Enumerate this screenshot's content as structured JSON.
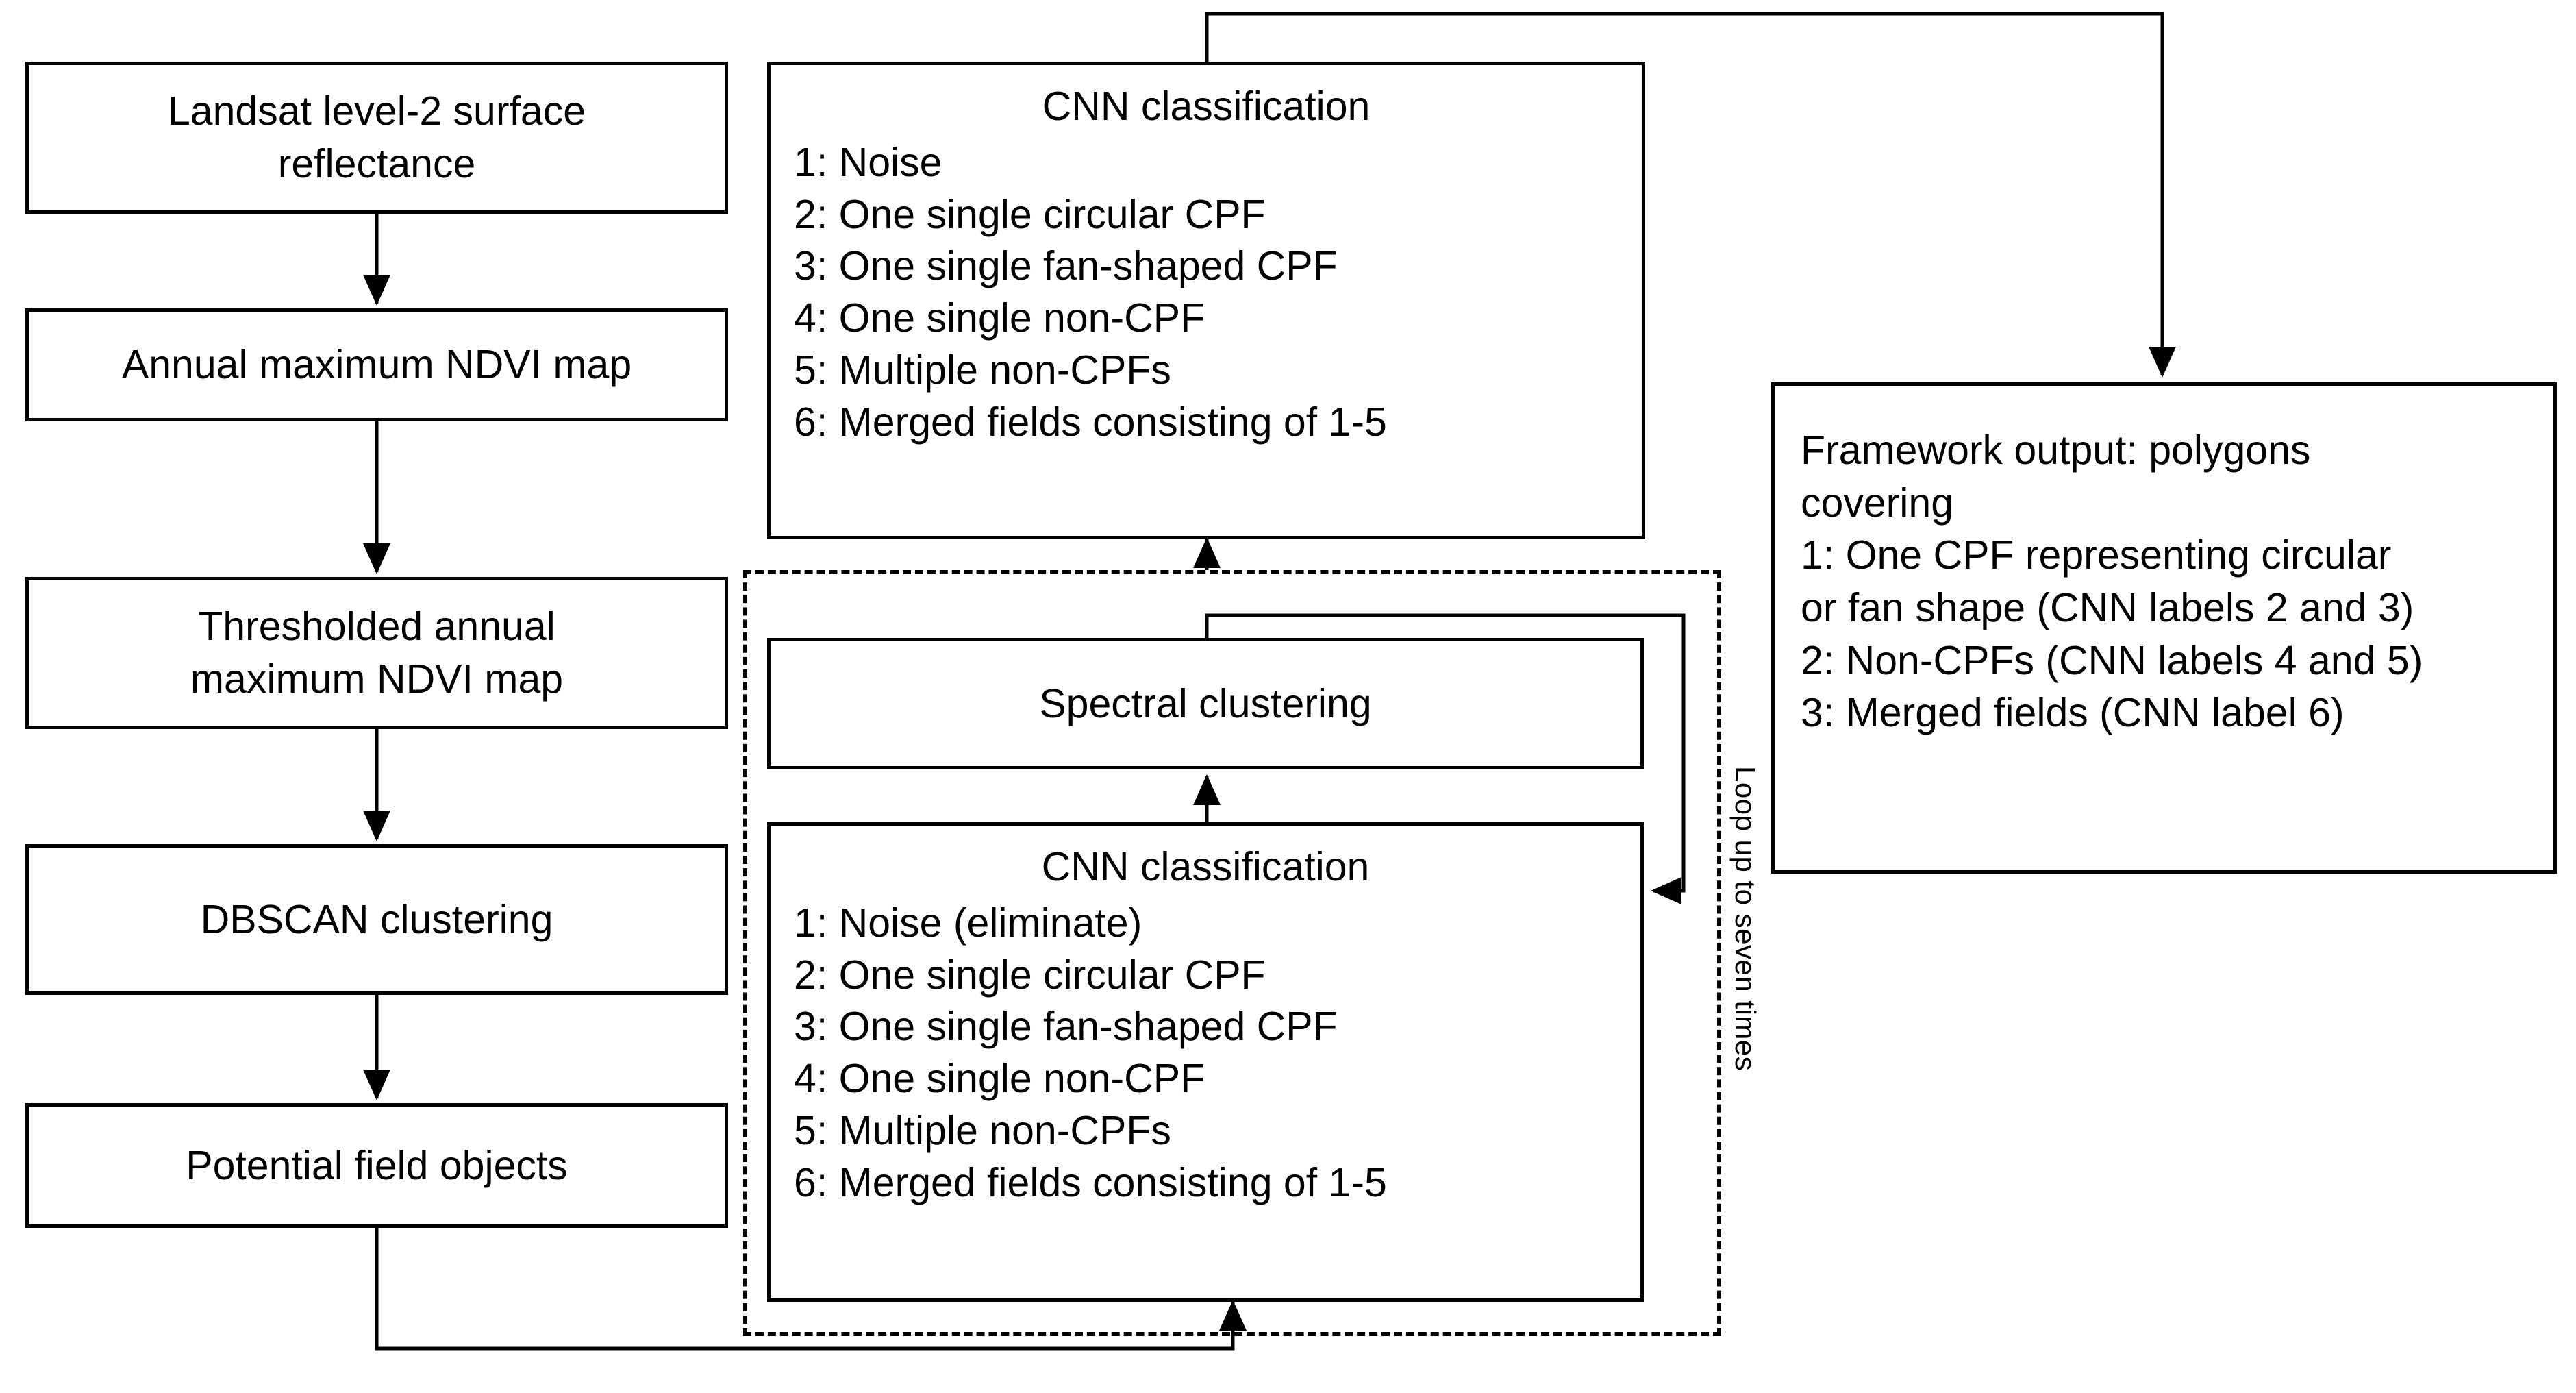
{
  "diagram": {
    "title": "CPF mapping framework flowchart",
    "stroke_color": "#000000",
    "background_color": "#ffffff"
  },
  "nodes": {
    "landsat": {
      "label": "Landsat level-2 surface\nreflectance"
    },
    "annual_ndvi": {
      "label": "Annual maximum NDVI map"
    },
    "thresholded_ndvi": {
      "label": "Thresholded annual\nmaximum NDVI map"
    },
    "dbscan": {
      "label": "DBSCAN clustering"
    },
    "potential_objects": {
      "label": "Potential field objects"
    },
    "cnn_top": {
      "title": "CNN classification",
      "items": [
        "1: Noise",
        "2: One single circular CPF",
        "3: One single fan-shaped CPF",
        "4: One single non-CPF",
        "5: Multiple non-CPFs",
        "6: Merged fields consisting of 1-5"
      ]
    },
    "spectral": {
      "label": "Spectral clustering"
    },
    "cnn_bottom": {
      "title": "CNN classification",
      "items": [
        "1: Noise (eliminate)",
        "2: One single circular CPF",
        "3: One single fan-shaped CPF",
        "4: One single non-CPF",
        "5: Multiple non-CPFs",
        "6: Merged fields consisting of 1-5"
      ]
    },
    "framework_output": {
      "lines": [
        "Framework output: polygons",
        "covering",
        "1: One CPF representing circular",
        "or fan shape (CNN labels 2 and 3)",
        "2: Non-CPFs (CNN labels 4 and 5)",
        "3: Merged fields (CNN label 6)"
      ]
    }
  },
  "annotations": {
    "loop_label": "Loop up to seven times"
  }
}
